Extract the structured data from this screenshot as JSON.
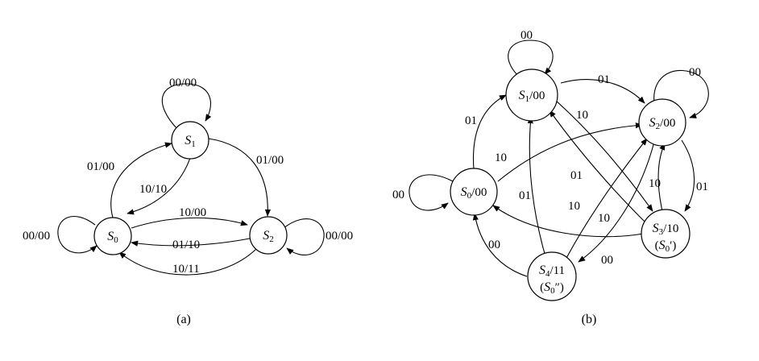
{
  "captions": {
    "a": "(a)",
    "b": "(b)"
  },
  "diagram_a": {
    "states": {
      "s0": {
        "letter": "S",
        "sub": "0"
      },
      "s1": {
        "letter": "S",
        "sub": "1"
      },
      "s2": {
        "letter": "S",
        "sub": "2"
      }
    },
    "edges": {
      "s1_self": "00/00",
      "s0_s1": "01/00",
      "s1_s0": "10/10",
      "s1_s2": "01/00",
      "s0_s2": "10/00",
      "s2_s0_top": "01/10",
      "s2_s0_bottom": "10/11",
      "s0_self": "00/00",
      "s2_self": "00/00"
    }
  },
  "diagram_b": {
    "states": {
      "s0": {
        "letter": "S",
        "sub": "0",
        "out": "/00"
      },
      "s1": {
        "letter": "S",
        "sub": "1",
        "out": "/00"
      },
      "s2": {
        "letter": "S",
        "sub": "2",
        "out": "/00"
      },
      "s3": {
        "letter": "S",
        "sub": "3",
        "out": "/10",
        "alias_open": "(",
        "alias_letter": "S",
        "alias_sub": "0",
        "alias_mark": "′",
        "alias_close": ")"
      },
      "s4": {
        "letter": "S",
        "sub": "4",
        "out": "/11",
        "alias_open": "(",
        "alias_letter": "S",
        "alias_sub": "0",
        "alias_mark": "″",
        "alias_close": ")"
      }
    },
    "edges": {
      "s1_self": "00",
      "s0_self": "00",
      "s2_self": "00",
      "s0_s1": "01",
      "s1_s2": "01",
      "s1_s3": "10",
      "s0_s2": "10",
      "s3_s1": "01",
      "s4_s1": "01",
      "s4_s2": "10",
      "s2_s4": "10",
      "s3_s2": "10",
      "s2_s3": "01",
      "s3_s0": "00",
      "s4_s0": "00"
    }
  }
}
